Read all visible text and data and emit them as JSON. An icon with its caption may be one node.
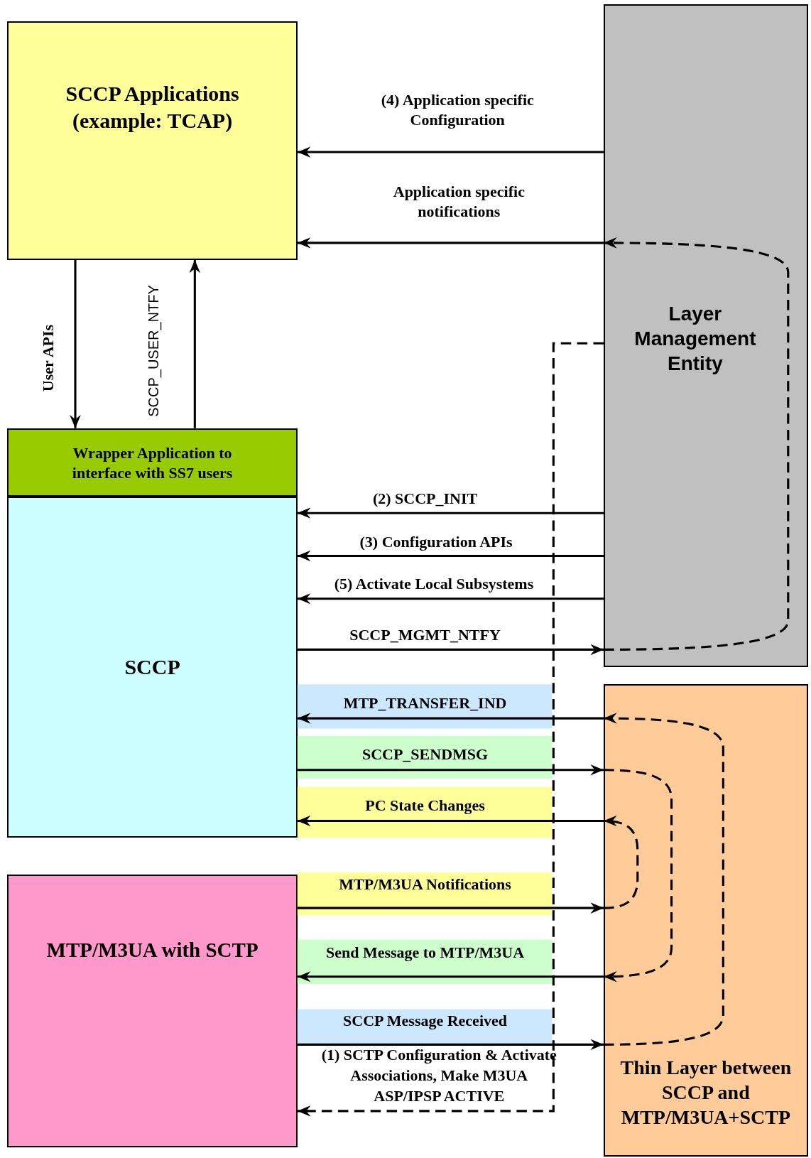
{
  "diagram": {
    "nodes": [
      {
        "text": [
          "SCCP Applications (example: TCAP)"
        ]
      },
      {
        "text": [
          "Layer Management Entity"
        ]
      },
      {
        "text": [
          "Wrapper Application to interface with SS7 users"
        ]
      },
      {
        "text": [
          "SCCP"
        ]
      },
      {
        "text": [
          "MTP/M3UA with SCTP"
        ]
      },
      {
        "text": [
          "Thin Layer between SCCP and MTP/M3UA+SCTP"
        ]
      }
    ],
    "edges": [
      {
        "from": 1,
        "to": 0,
        "arrow": "to",
        "label": "(4) Application specific Configuration"
      },
      {
        "from": 1,
        "to": 0,
        "arrow": "to",
        "label": "Application specific notifications"
      },
      {
        "from": 0,
        "to": 2,
        "arrow": "to",
        "label": "User APIs"
      },
      {
        "from": 2,
        "to": 0,
        "arrow": "to",
        "label": "SCCP_USER_NTFY"
      },
      {
        "from": 1,
        "to": 3,
        "arrow": "to",
        "label": "(2) SCCP_INIT"
      },
      {
        "from": 1,
        "to": 3,
        "arrow": "to",
        "label": "(3) Configuration APIs"
      },
      {
        "from": 1,
        "to": 3,
        "arrow": "to",
        "label": "(5) Activate Local Subsystems"
      },
      {
        "from": 3,
        "to": 1,
        "arrow": "to",
        "label": "SCCP_MGMT_NTFY"
      },
      {
        "from": 1,
        "to": 1,
        "arrow": "to",
        "style": "dashed"
      },
      {
        "from": 1,
        "to": 4,
        "arrow": "to",
        "style": "dashed",
        "label": "(1) SCTP Configuration & Activate Associations, Make M3UA ASP/IPSP ACTIVE"
      },
      {
        "from": 5,
        "to": 3,
        "arrow": "to",
        "label": "MTP_TRANSFER_IND"
      },
      {
        "from": 3,
        "to": 5,
        "arrow": "to",
        "label": "SCCP_SENDMSG"
      },
      {
        "from": 5,
        "to": 3,
        "arrow": "to",
        "label": "PC State Changes"
      },
      {
        "from": 4,
        "to": 5,
        "arrow": "to",
        "label": "MTP/M3UA Notifications"
      },
      {
        "from": 5,
        "to": 4,
        "arrow": "to",
        "label": "Send Message to MTP/M3UA"
      },
      {
        "from": 4,
        "to": 5,
        "arrow": "to",
        "label": "SCCP Message Received"
      },
      {
        "from": 5,
        "to": 5,
        "arrow": "to",
        "style": "dashed"
      },
      {
        "from": 5,
        "to": 5,
        "arrow": "to",
        "style": "dashed"
      },
      {
        "from": 5,
        "to": 5,
        "arrow": "to",
        "style": "dashed"
      }
    ]
  }
}
